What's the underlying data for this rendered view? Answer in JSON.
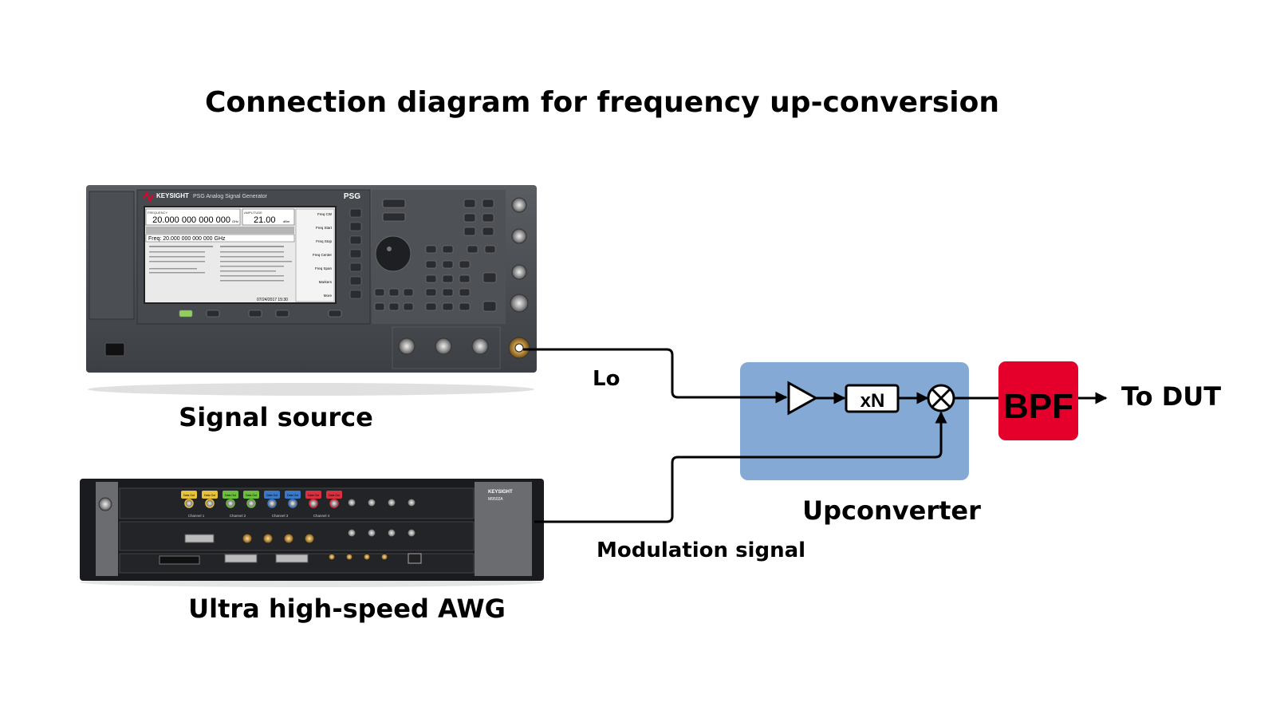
{
  "title": "Connection diagram for frequency up-conversion",
  "labels": {
    "signal_source": "Signal source",
    "awg": "Ultra high-speed AWG",
    "lo": "Lo",
    "modulation": "Modulation signal",
    "upconverter": "Upconverter",
    "multiplier": "xN",
    "bpf": "BPF",
    "to_dut": "To DUT"
  },
  "signal_generator": {
    "brand": "KEYSIGHT",
    "model_title": "PSG Analog Signal Generator",
    "badge": "PSG",
    "frequency_label": "FREQUENCY",
    "frequency": "20.000 000 000 000",
    "frequency_unit": "GHz",
    "amplitude_label": "AMPLITUDE",
    "amplitude": "21.00",
    "amplitude_unit": "dBm",
    "freq_line": "Freq: 20.000 000 000 000 GHz",
    "softkeys": [
      "Freq CW",
      "Freq Start",
      "Freq Stop",
      "Freq Center",
      "Freq Span",
      "Markers",
      "More"
    ],
    "timestamp": "07/24/2017 15:30"
  },
  "awg": {
    "brand": "KEYSIGHT",
    "chassis": "M9502A",
    "port_label": "Data Out",
    "channels": [
      "Channel 1",
      "Channel 2",
      "Channel 3",
      "Channel 4"
    ]
  },
  "colors": {
    "upconverter": "#84a9d5",
    "bpf": "#e4002b",
    "channel_colors": [
      "#e8c23a",
      "#e8c23a",
      "#6cbf3c",
      "#6cbf3c",
      "#3a78c8",
      "#3a78c8",
      "#d93040",
      "#d93040"
    ]
  }
}
